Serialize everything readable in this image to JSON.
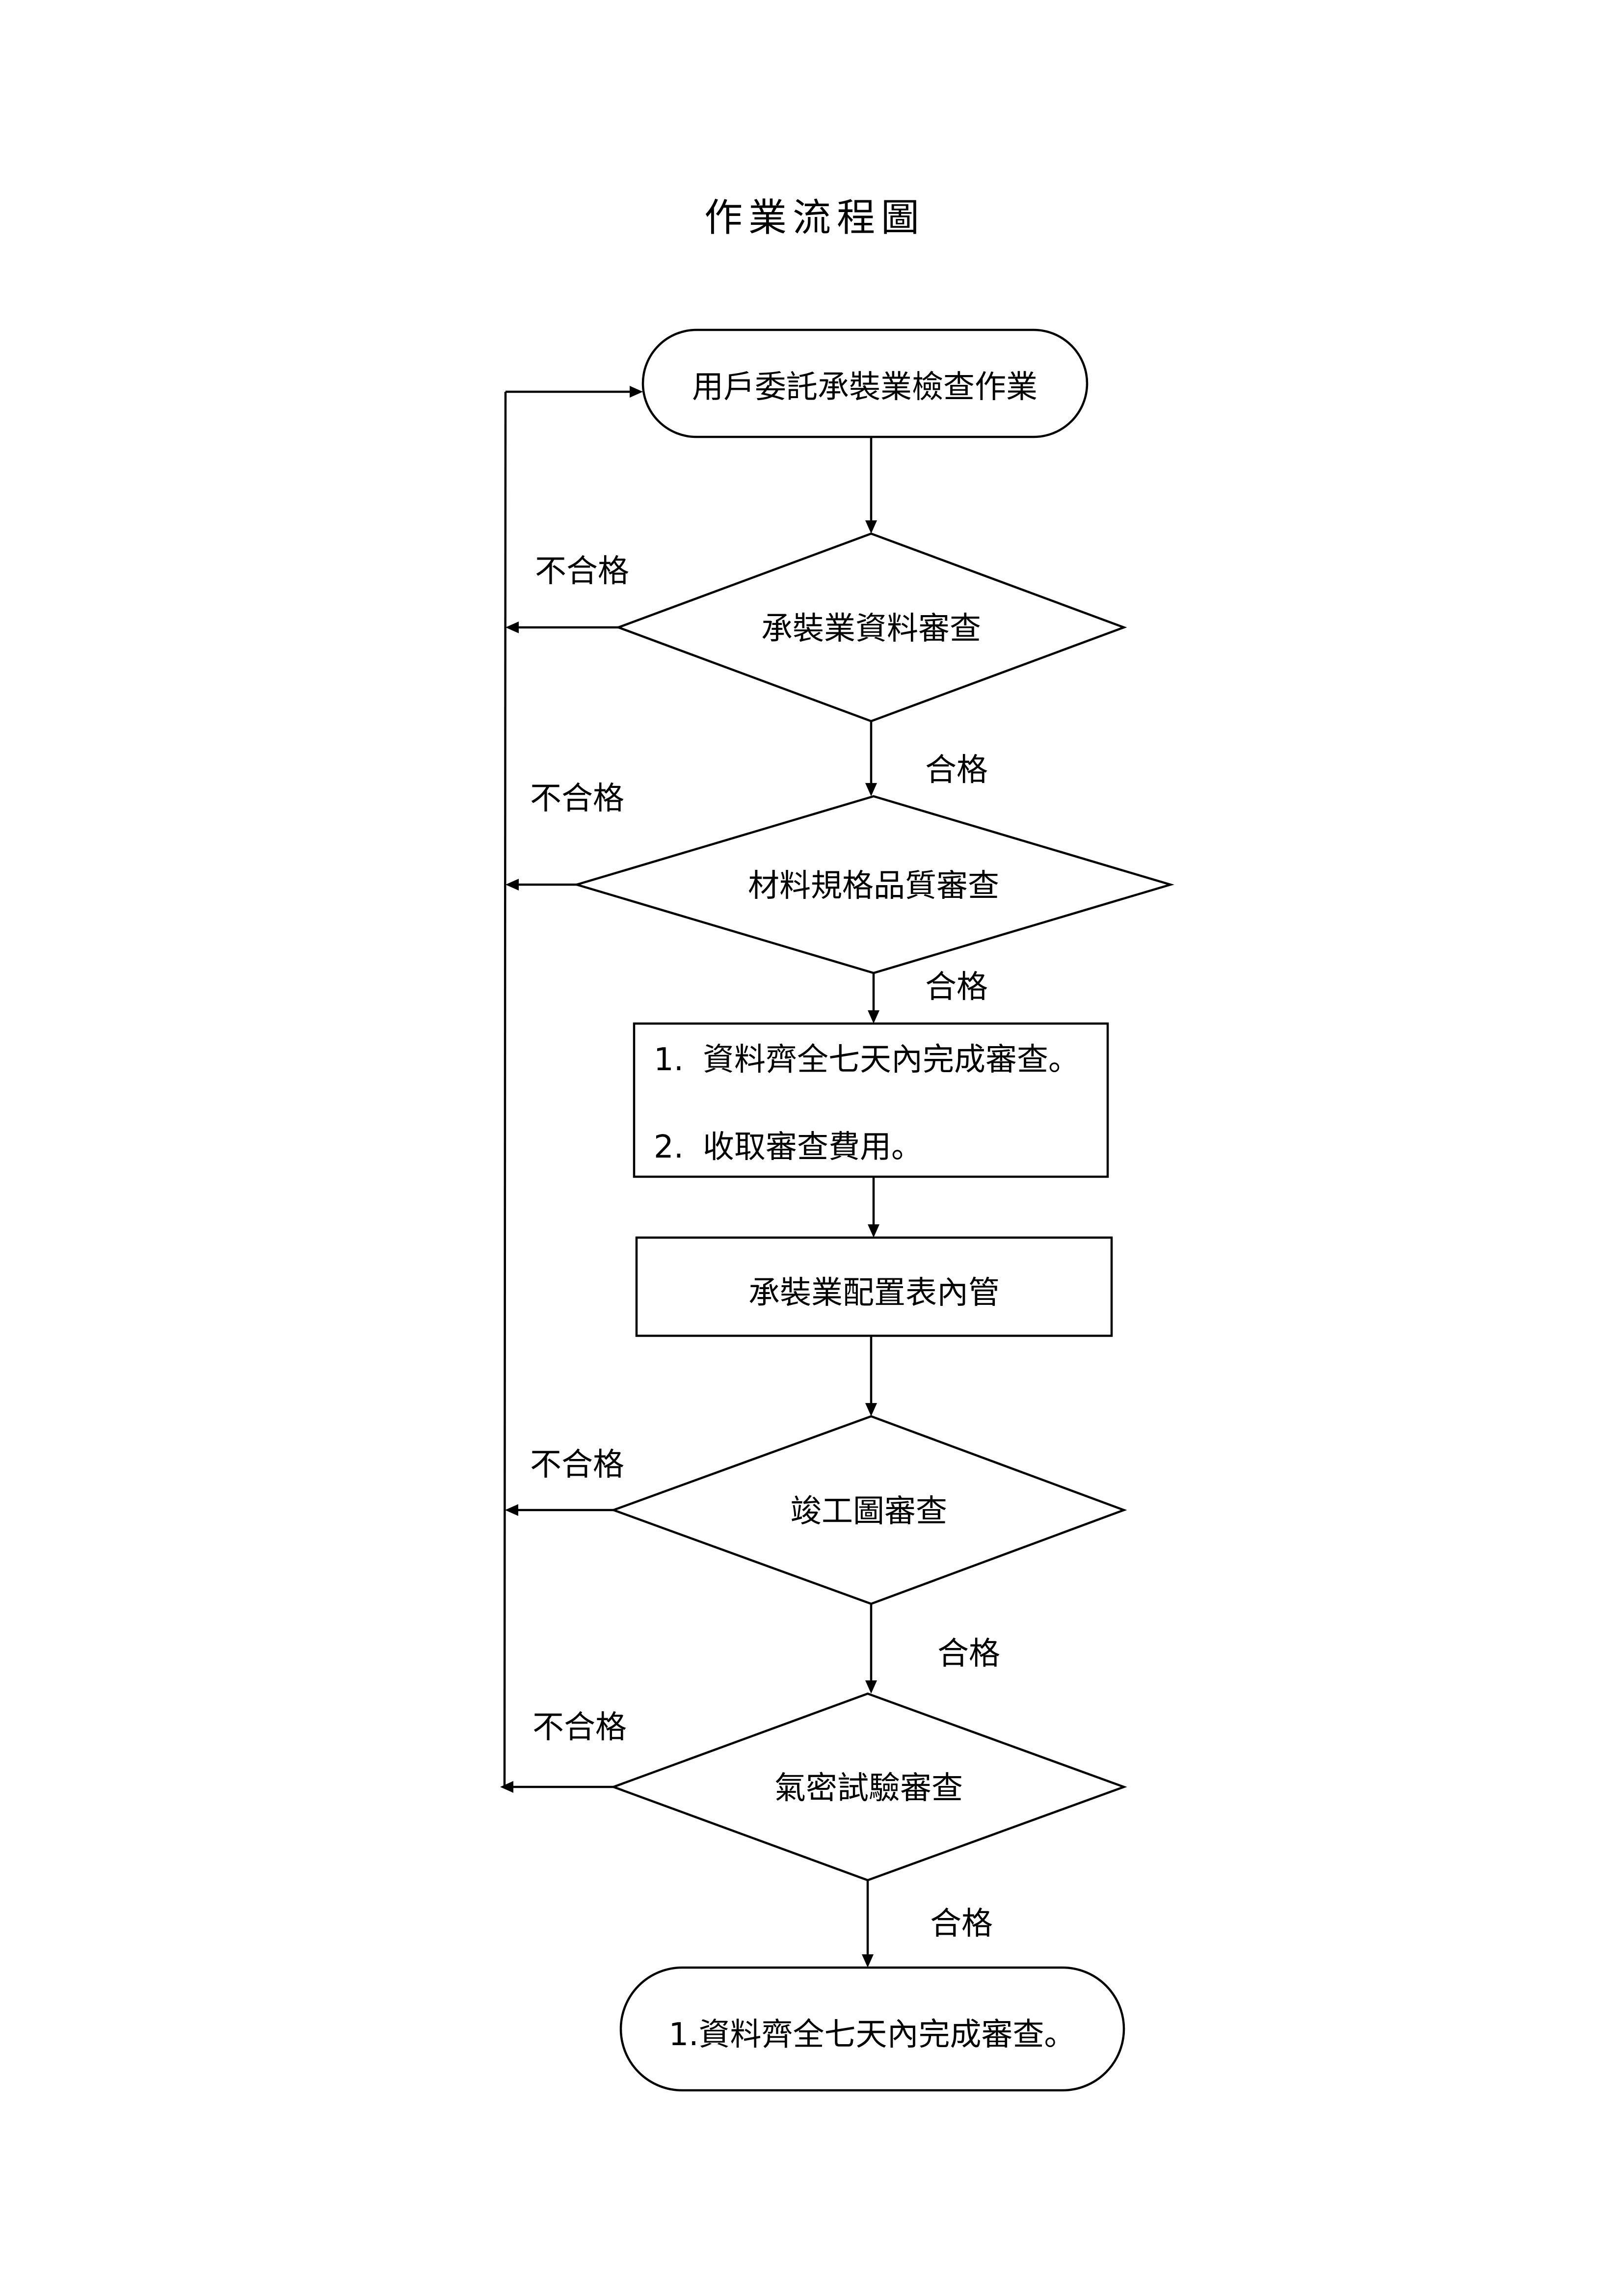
{
  "title": "作業流程圖",
  "nodes": {
    "start": "用戶委託承裝業檢查作業",
    "decision1": "承裝業資料審查",
    "decision2": "材料規格品質審查",
    "process1": {
      "line1_num": "1.",
      "line1_text": "資料齊全七天內完成審查。",
      "line2_num": "2.",
      "line2_text": "收取審查費用。"
    },
    "process2": "承裝業配置表內管",
    "decision3": "竣工圖審查",
    "decision4": "氣密試驗審查",
    "end": "1.資料齊全七天內完成審查。"
  },
  "labels": {
    "pass1": "合格",
    "pass2": "合格",
    "pass3": "合格",
    "pass4": "合格",
    "fail1": "不合格",
    "fail2": "不合格",
    "fail3": "不合格",
    "fail4": "不合格"
  }
}
